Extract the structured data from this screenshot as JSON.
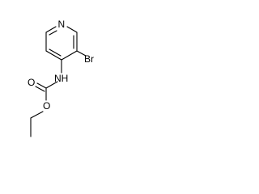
{
  "molecule": {
    "atoms": {
      "n_ring": "N",
      "bromine": "Br",
      "nh": "NH",
      "o_carbonyl": "O",
      "o_ester": "O"
    }
  }
}
